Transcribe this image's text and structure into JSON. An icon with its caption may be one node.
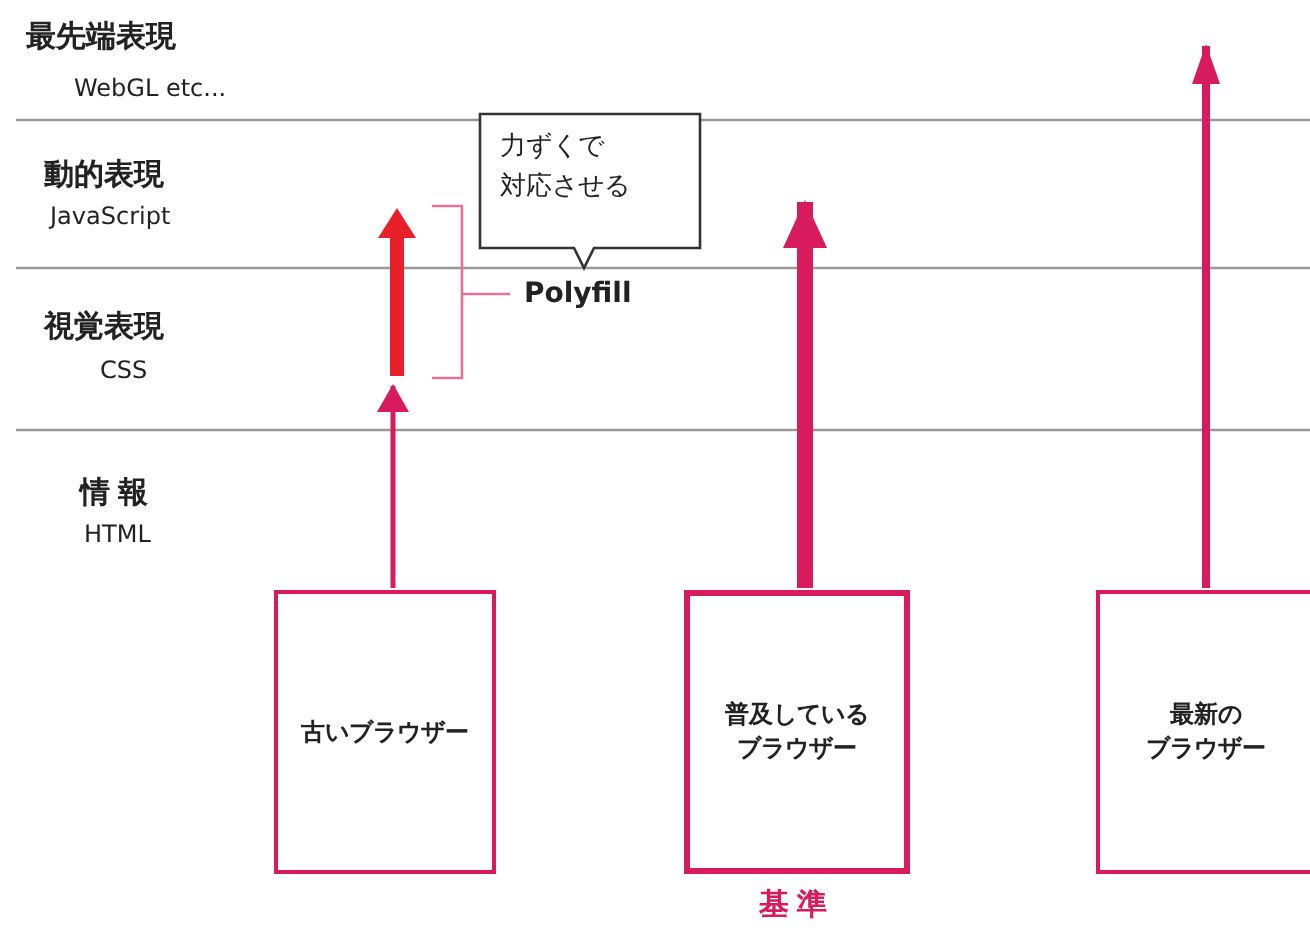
{
  "diagram": {
    "nodes": [
      {
        "text": [
          "古いブラウザー"
        ]
      },
      {
        "text": [
          "普及しているブラウザー"
        ],
        "beside": [
          "基準"
        ]
      },
      {
        "text": [
          "最新のブラウザー"
        ]
      },
      {
        "text": [
          "力ずくで対応させる"
        ],
        "beside": [
          "Polyfill"
        ]
      },
      {
        "text": [],
        "shape": "arrow"
      }
    ],
    "edges": [
      {
        "from": 0,
        "to": 4,
        "arrow": "to"
      },
      {
        "from": 1,
        "to": null,
        "arrow": "to",
        "style": "thick"
      },
      {
        "from": 2,
        "to": null,
        "arrow": "to"
      }
    ],
    "labels": [
      "最先端表現",
      "WebGL etc...",
      "動的表現",
      "JavaScript",
      "視覚表現",
      "CSS",
      "情報",
      "HTML"
    ]
  }
}
